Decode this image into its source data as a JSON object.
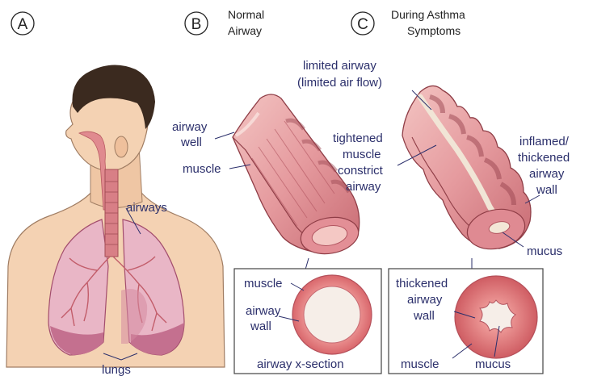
{
  "panels": {
    "a": {
      "letter": "A"
    },
    "b": {
      "letter": "B",
      "title_line1": "Normal",
      "title_line2": "Airway"
    },
    "c": {
      "letter": "C",
      "title_line1": "During Asthma",
      "title_line2": "Symptoms"
    }
  },
  "labels": {
    "airways": "airways",
    "lungs": "lungs",
    "airway_well_1": "airway",
    "airway_well_2": "well",
    "muscle": "muscle",
    "limited_1": "limited airway",
    "limited_2": "(limited air flow)",
    "tightened_1": "tightened",
    "tightened_2": "muscle",
    "tightened_3": "constrict",
    "tightened_4": "airway",
    "inflamed_1": "inflamed/",
    "inflamed_2": "thickened",
    "inflamed_3": "airway",
    "inflamed_4": "wall",
    "mucus_top": "mucus",
    "xs_normal_muscle": "muscle",
    "xs_normal_wall_1": "airway",
    "xs_normal_wall_2": "wall",
    "xs_normal_caption": "airway x-section",
    "xs_asthma_thick_1": "thickened",
    "xs_asthma_thick_2": "airway",
    "xs_asthma_thick_3": "wall",
    "xs_asthma_muscle": "muscle",
    "xs_asthma_mucus": "mucus"
  },
  "colors": {
    "label_text": "#2b2f6b",
    "skin": "#f4d2b3",
    "hair": "#3b2a1f",
    "lung": "#e9b6c6",
    "lung_dark": "#c4708f",
    "airway_wall": "#d9838a",
    "airway_dark": "#b85a62",
    "airway_inner": "#f0b7b6",
    "mucus": "#f3e6d6",
    "xs_ring": "#e27d80",
    "xs_inner": "#f6eee8"
  }
}
